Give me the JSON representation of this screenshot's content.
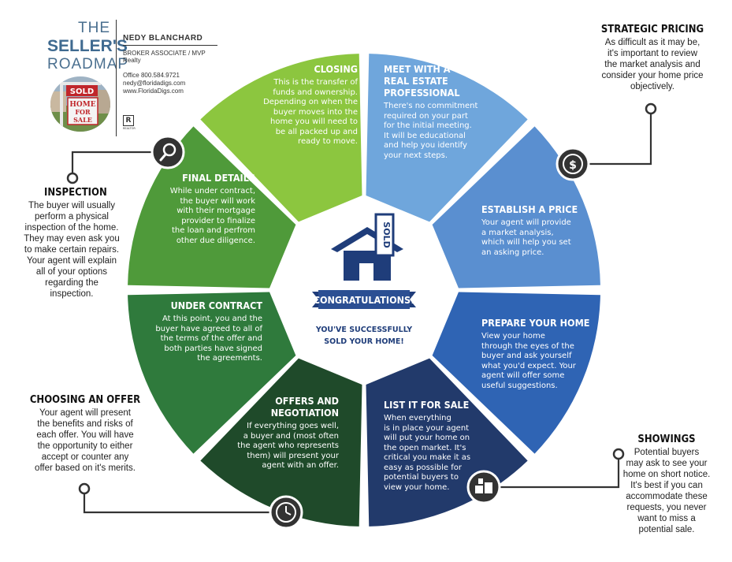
{
  "header": {
    "title_line1": "THE",
    "title_line2": "SELLER'S",
    "title_line3": "ROADMAP",
    "agent_name": "NEDY BLANCHARD",
    "agent_role": "BROKER ASSOCIATE / MVP Realty",
    "phone": "Office 800.584.9721",
    "email": "nedy@floridadigs.com",
    "website": "www.FloridaDigs.com",
    "sign_sold": "SOLD",
    "sign_home": "HOME",
    "sign_for": "FOR",
    "sign_sale": "SALE",
    "realtor_logo": "R",
    "realtor_text": "REALTOR"
  },
  "colors": {
    "c_closing": "#8cc63f",
    "c_meet": "#6fa6dc",
    "c_price": "#5a8fd0",
    "c_prepare": "#2f64b4",
    "c_list": "#223a6b",
    "c_offers": "#1f4a2a",
    "c_contract": "#2f7a3c",
    "c_final": "#4f9a3a",
    "navy": "#1f3d7a"
  },
  "segments": {
    "closing": {
      "title": "CLOSING",
      "body": [
        "This is the transfer of",
        "funds and ownership.",
        "Depending on when the",
        "buyer moves into the",
        "home you will need to",
        "be all packed up and",
        "ready to move."
      ]
    },
    "meet": {
      "title": [
        "MEET WITH A",
        "REAL ESTATE",
        "PROFESSIONAL"
      ],
      "body": [
        "There's no commitment",
        "required on your part",
        "for the initial meeting.",
        "It will be educational",
        "and help you identify",
        "your next steps."
      ]
    },
    "price": {
      "title": "ESTABLISH A PRICE",
      "body": [
        "Your agent will provide",
        "a market analysis,",
        "which will help you set",
        "an asking price."
      ]
    },
    "prepare": {
      "title": "PREPARE YOUR HOME",
      "body": [
        "View your home",
        "through the eyes of the",
        "buyer and ask yourself",
        "what you'd expect. Your",
        "agent will offer some",
        "useful suggestions."
      ]
    },
    "list": {
      "title": "LIST IT FOR SALE",
      "body": [
        "When everything",
        "is in place your agent",
        "will put your home on",
        "the open market. It's",
        "critical you make it as",
        "easy as possible for",
        "potential buyers to",
        "view your home."
      ]
    },
    "offers": {
      "title": [
        "OFFERS AND",
        "NEGOTIATION"
      ],
      "body": [
        "If everything goes well,",
        "a buyer and (most often",
        "the agent who represents",
        "them) will present your",
        "agent with an offer."
      ]
    },
    "contract": {
      "title": "UNDER CONTRACT",
      "body": [
        "At this point, you and the",
        "buyer have agreed to all of",
        "the terms of the offer and",
        "both parties have signed",
        "the agreements."
      ]
    },
    "final": {
      "title": "FINAL DETAILS",
      "body": [
        "While under contract,",
        "the buyer will work",
        "with their mortgage",
        "provider to finalize",
        "the loan and perfrom",
        "other due diligence."
      ]
    }
  },
  "center": {
    "banner": "CONGRATULATIONS!",
    "line1": "YOU'VE SUCCESSFULLY",
    "line2": "SOLD YOUR HOME!",
    "sign": "SOLD"
  },
  "sides": {
    "strategic": {
      "title": "STRATEGIC PRICING",
      "body": [
        "As difficult as it may be,",
        "it's important to review",
        "the market analysis and",
        "consider your home price",
        "objectively."
      ]
    },
    "inspection": {
      "title": "INSPECTION",
      "body": [
        "The buyer will usually",
        "perform a physical",
        "inspection of the home.",
        "They may even ask you",
        "to make certain repairs.",
        "Your agent will explain",
        "all of your options",
        "regarding the",
        "inspection."
      ]
    },
    "choosing": {
      "title": "CHOOSING AN OFFER",
      "body": [
        "Your agent will present",
        "the benefits and risks of",
        "each offer. You will have",
        "the opportunity to either",
        "accept or counter any",
        "offer based on it's merits."
      ]
    },
    "showings": {
      "title": "SHOWINGS",
      "body": [
        "Potential buyers",
        "may ask to see your",
        "home on short notice.",
        "It's best if you can",
        "accommodate these",
        "requests, you never",
        "want to miss a",
        "potential sale."
      ]
    }
  },
  "icons": {
    "magnifier": "magnifier-icon",
    "dollar": "dollar-icon",
    "clock": "clock-icon",
    "moving": "moving-boxes-icon",
    "dollar_glyph": "$"
  }
}
